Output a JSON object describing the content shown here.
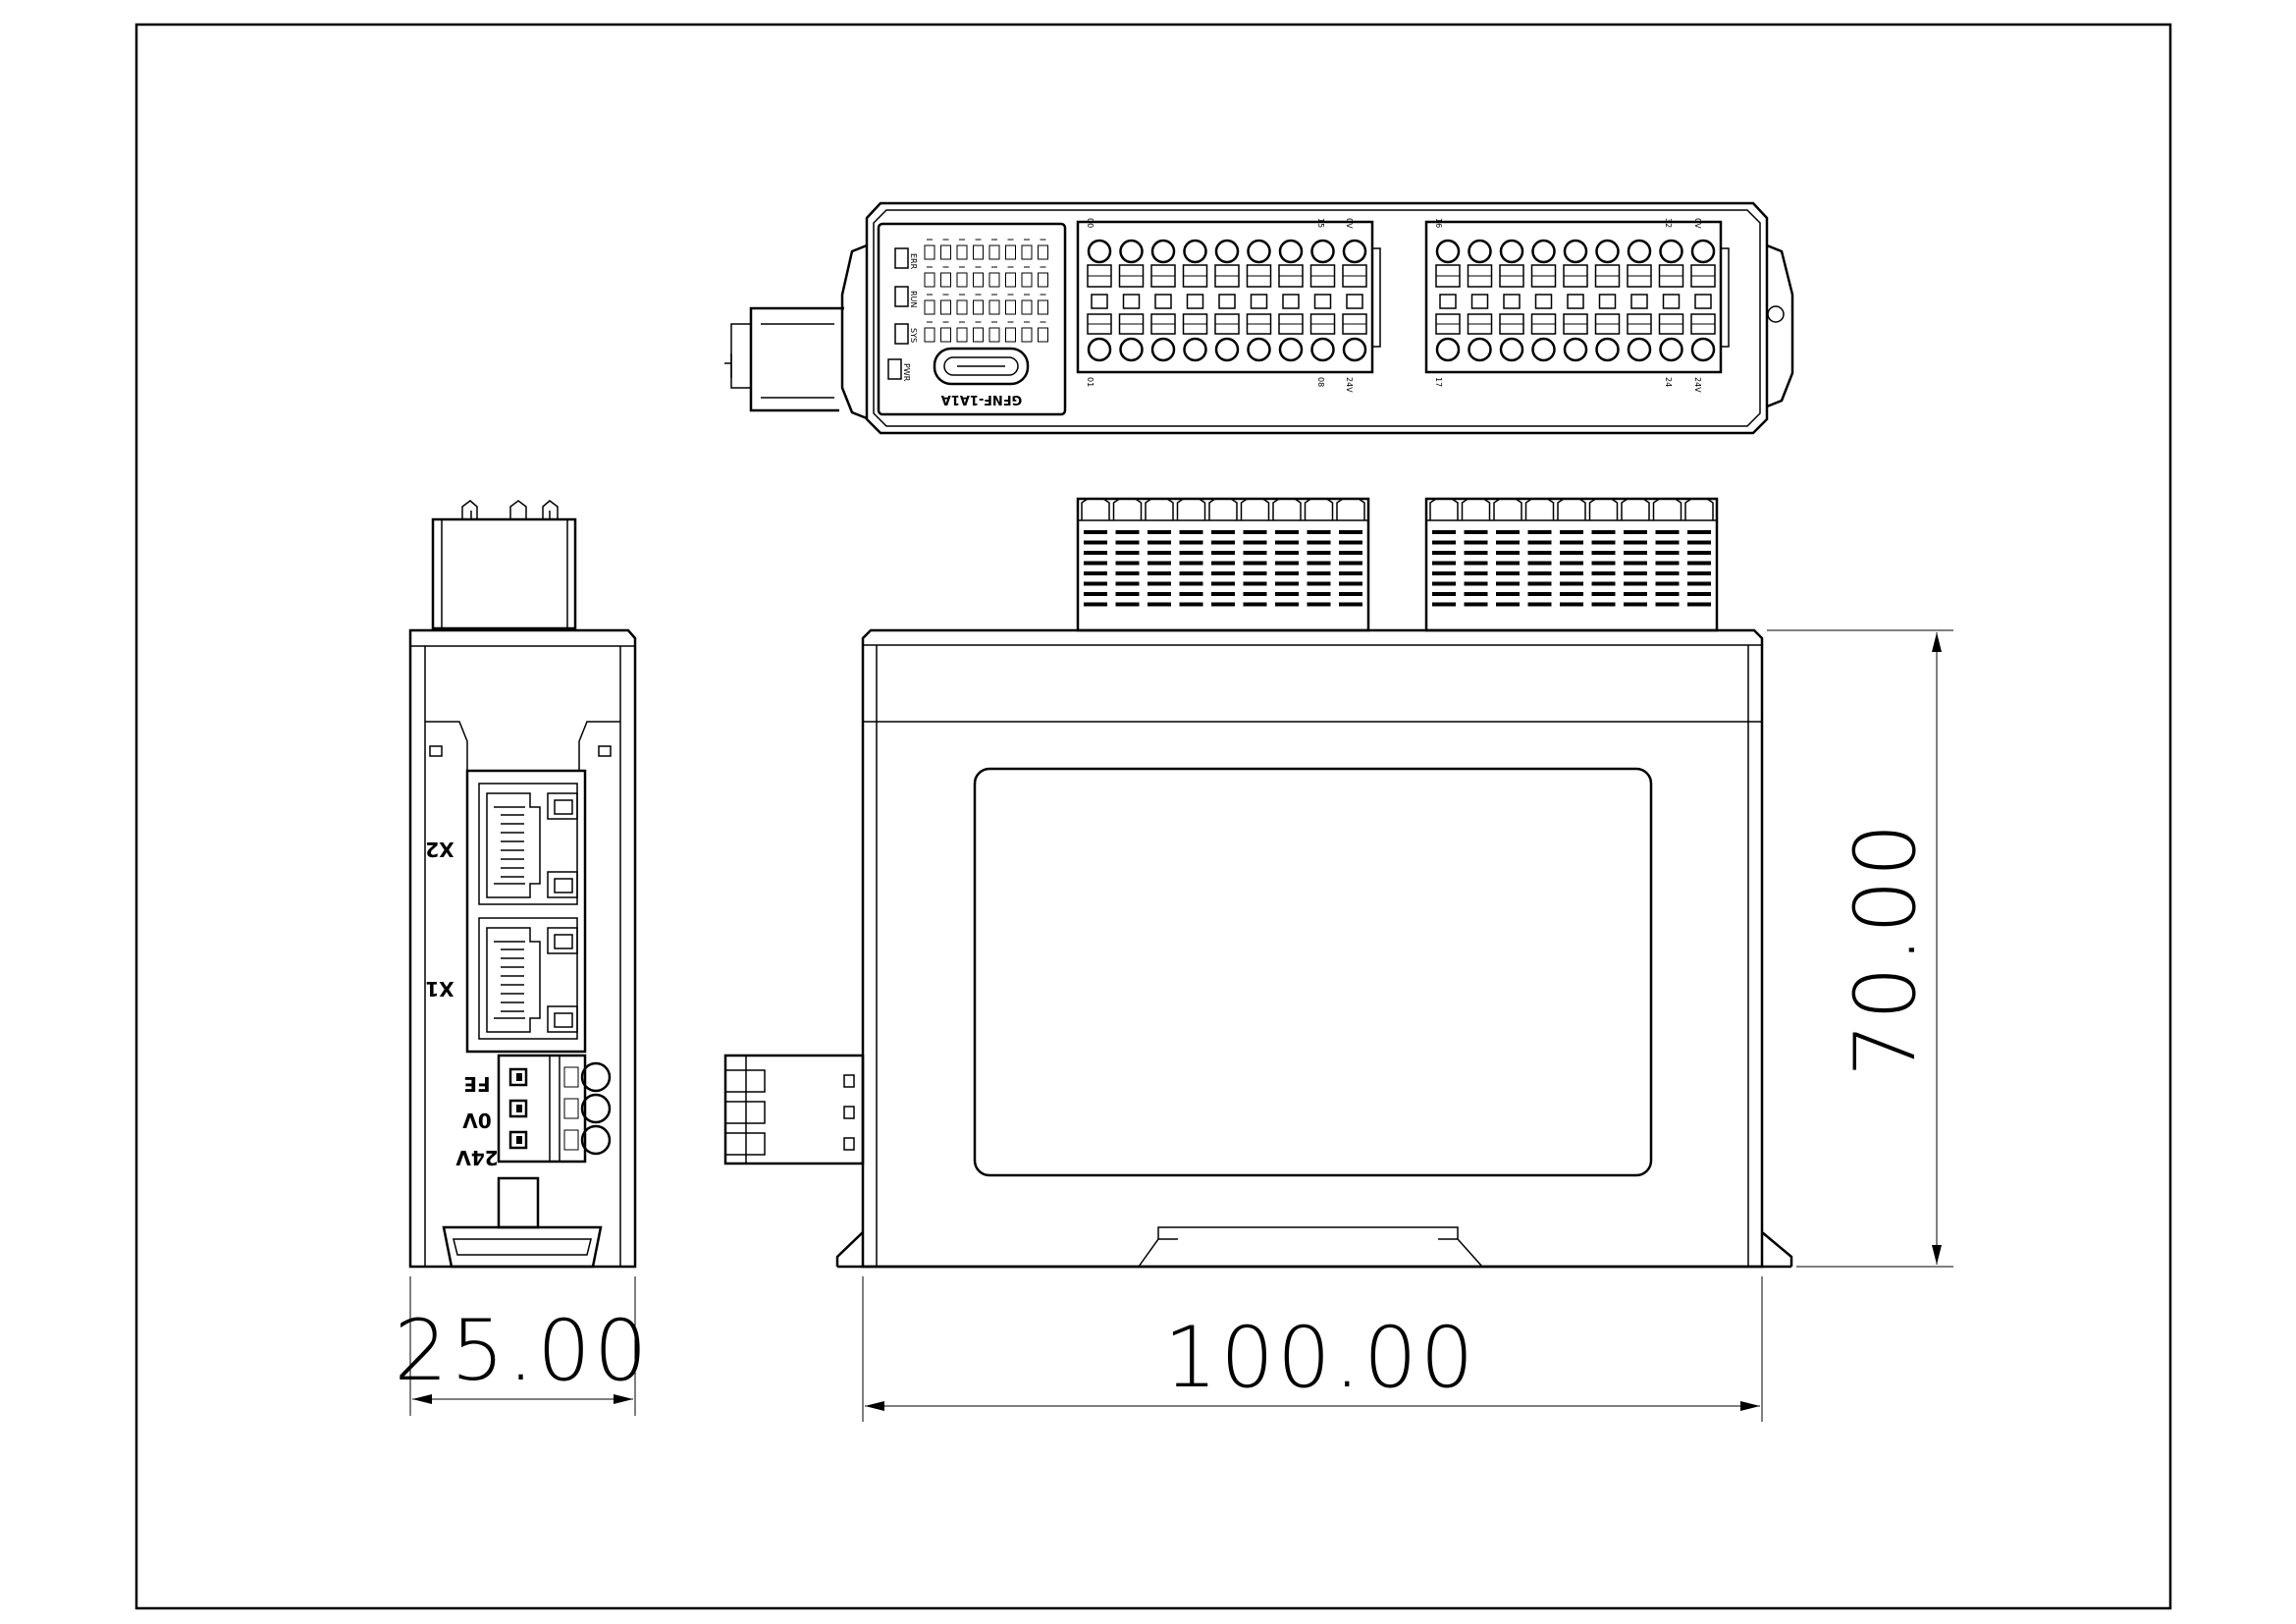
{
  "top_view": {
    "model_label": "GFNF-1A1A",
    "led_labels": [
      "ERR",
      "RUN",
      "SYS",
      "PWR"
    ],
    "terminal_block_left": {
      "top_left": "00",
      "top_right_1": "15",
      "top_right_2": "0V",
      "bottom_left": "01",
      "bottom_right_1": "08",
      "bottom_right_2": "24V"
    },
    "terminal_block_right": {
      "top_left": "16",
      "top_right_1": "32",
      "top_right_2": "0V",
      "bottom_left": "17",
      "bottom_right_1": "24",
      "bottom_right_2": "24V"
    }
  },
  "side_view": {
    "port_x2": "X2",
    "port_x1": "X1",
    "power_labels": [
      "FE",
      "0V",
      "24V"
    ]
  },
  "dimensions": {
    "width_side": "25.00",
    "width_front": "100.00",
    "height_front": "70.00"
  }
}
